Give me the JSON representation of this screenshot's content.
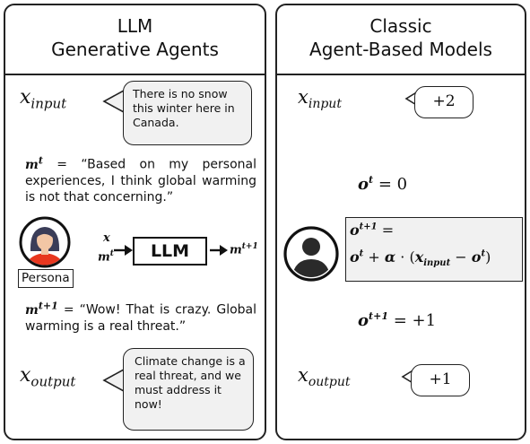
{
  "left_panel": {
    "title_line1": "LLM",
    "title_line2": "Generative Agents",
    "x_input_label": "x",
    "x_input_sub": "input",
    "input_bubble_text": "There is no snow this winter here in Canada.",
    "m_t_var": "m",
    "m_t_sup": "t",
    "m_t_text": "= “Based on my personal experiences, I think global warming is not that concerning.”",
    "persona_label": "Persona",
    "llm_in_x": "x",
    "llm_in_m": "m",
    "llm_in_m_sup": "t",
    "llm_box_label": "LLM",
    "llm_out_m": "m",
    "llm_out_sup": "t+1",
    "m_t1_var": "m",
    "m_t1_sup": "t+1",
    "m_t1_text": "= “Wow! That is crazy. Global warming is a real threat.”",
    "x_output_label": "x",
    "x_output_sub": "output",
    "output_bubble_text": "Climate change is a real threat, and we must address it now!"
  },
  "right_panel": {
    "title_line1": "Classic",
    "title_line2": "Agent-Based Models",
    "x_input_label": "x",
    "x_input_sub": "input",
    "input_bubble_value": "+2",
    "o_t_eq": "= 0",
    "update_line1_lhs": "o",
    "update_line1_sup": "t+1",
    "update_line1_eq": "=",
    "update_line2": "o^t + α · (x_input − o^t)",
    "o_t1_eq": "= +1",
    "x_output_label": "x",
    "x_output_sub": "output",
    "output_bubble_value": "+1"
  },
  "colors": {
    "border": "#222222",
    "bubble_fill": "#f1f1f1",
    "update_box_fill": "#f1f1f1",
    "persona_shirt": "#e8371f",
    "persona_hair": "#3a3d58",
    "persona_skin": "#f2c6a5",
    "abm_avatar": "#2a2a2a"
  },
  "icons": {
    "persona": "woman-avatar-icon",
    "abm_agent": "user-silhouette-icon"
  }
}
